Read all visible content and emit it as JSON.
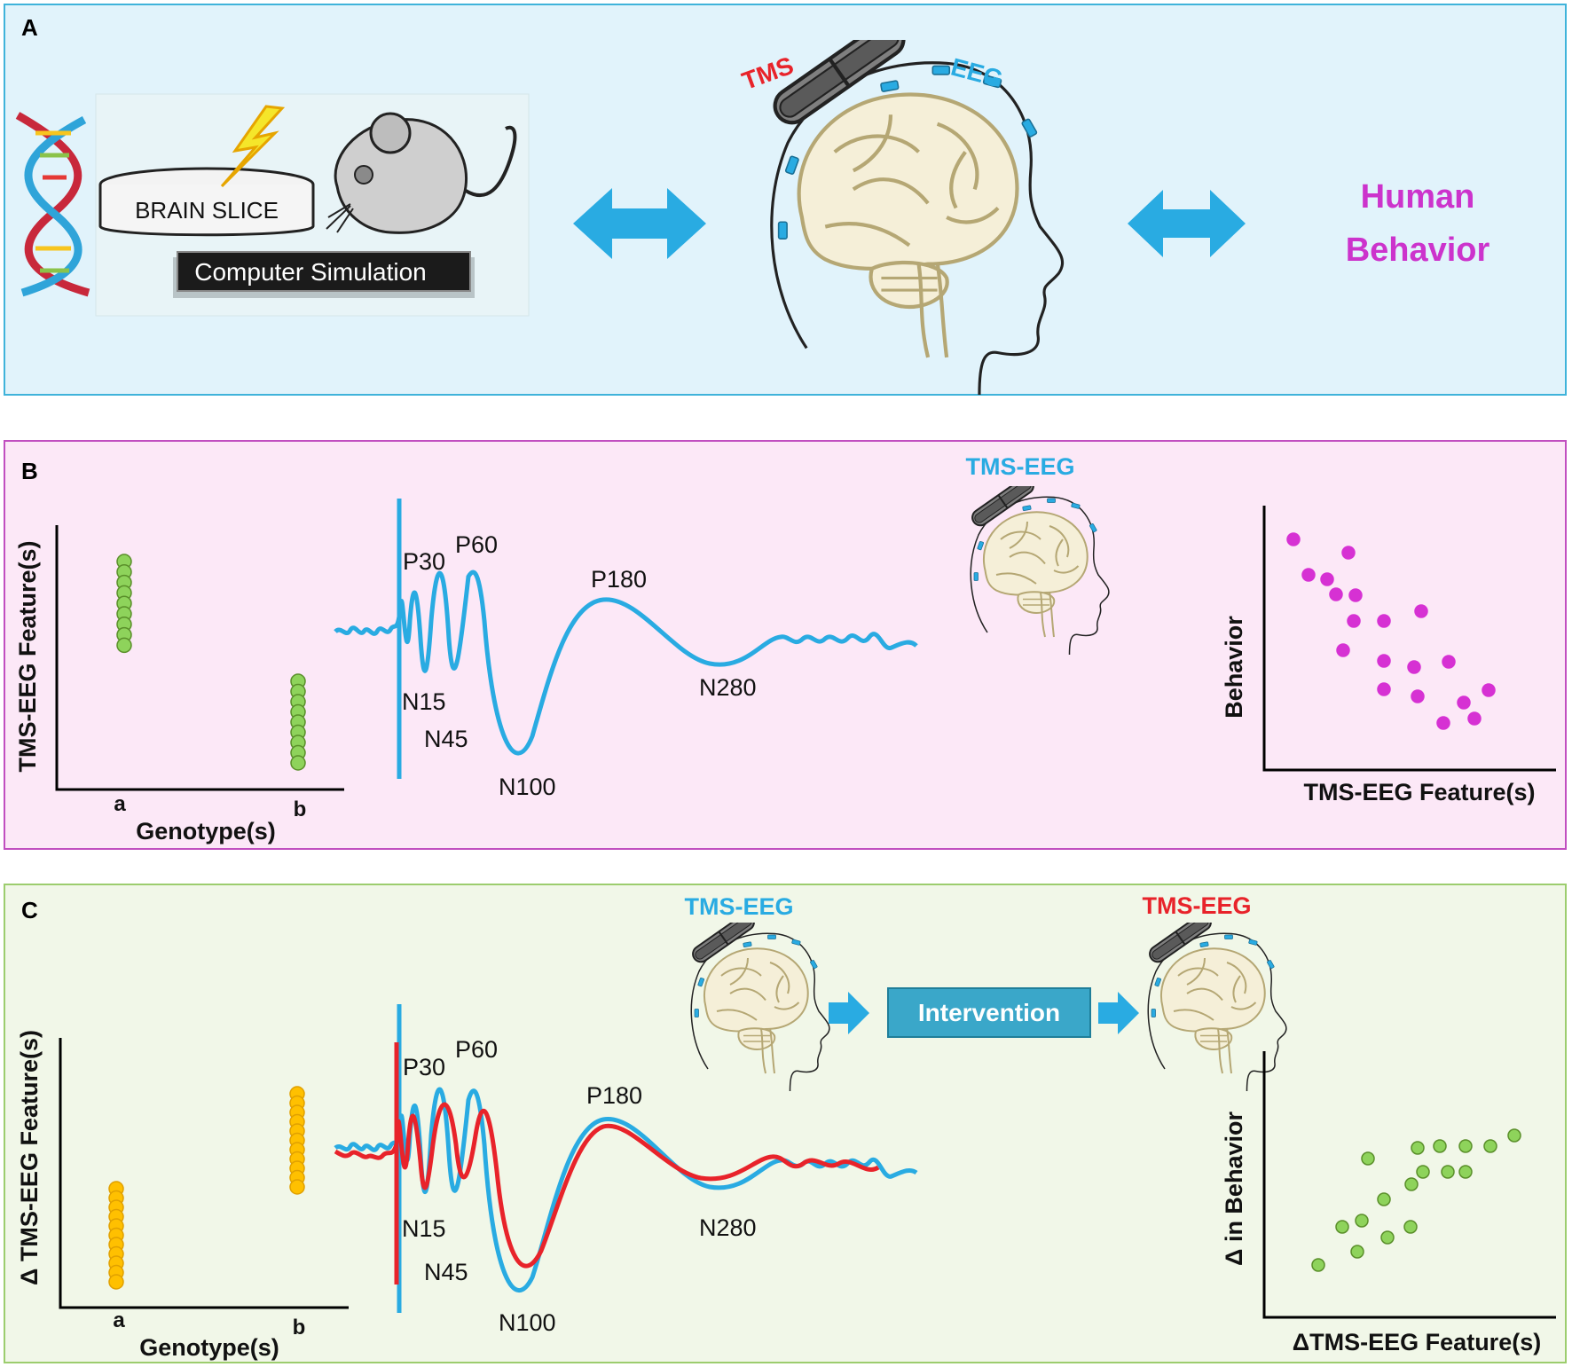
{
  "panel_a": {
    "letter": "A",
    "brain_slice_label": "BRAIN SLICE",
    "computer_simulation_label": "Computer Simulation",
    "tms_label": "TMS",
    "eeg_label": "EEG",
    "human_line1": "Human",
    "human_line2": "Behavior"
  },
  "panel_b": {
    "letter": "B",
    "left_plot": {
      "ylabel": "TMS-EEG Feature(s)",
      "xlabel": "Genotype(s)",
      "categories": [
        "a",
        "b"
      ],
      "dot_counts": [
        9,
        9
      ],
      "dot_color": "#8ed35b"
    },
    "waveform": {
      "peaks": [
        "P30",
        "P60",
        "P180",
        "N15",
        "N45",
        "N100",
        "N280"
      ],
      "color": "#29abe2"
    },
    "head_label": "TMS-EEG",
    "right_plot": {
      "ylabel": "Behavior",
      "xlabel": "TMS-EEG Feature(s)",
      "dot_color": "#d631d3"
    }
  },
  "panel_c": {
    "letter": "C",
    "left_plot": {
      "ylabel": "Δ TMS-EEG Feature(s)",
      "xlabel": "Genotype(s)",
      "categories": [
        "a",
        "b"
      ],
      "dot_counts": [
        11,
        11
      ],
      "dot_color": "#ffc000"
    },
    "waveform": {
      "peaks": [
        "P30",
        "P60",
        "P180",
        "N15",
        "N45",
        "N100",
        "N280"
      ],
      "colors": [
        "#29abe2",
        "#e8232a"
      ]
    },
    "head_label_before": "TMS-EEG",
    "head_label_after": "TMS-EEG",
    "intervention_label": "Intervention",
    "right_plot": {
      "ylabel": "Δ in Behavior",
      "xlabel": "ΔTMS-EEG Feature(s)",
      "dot_color": "#8ed35b"
    }
  }
}
